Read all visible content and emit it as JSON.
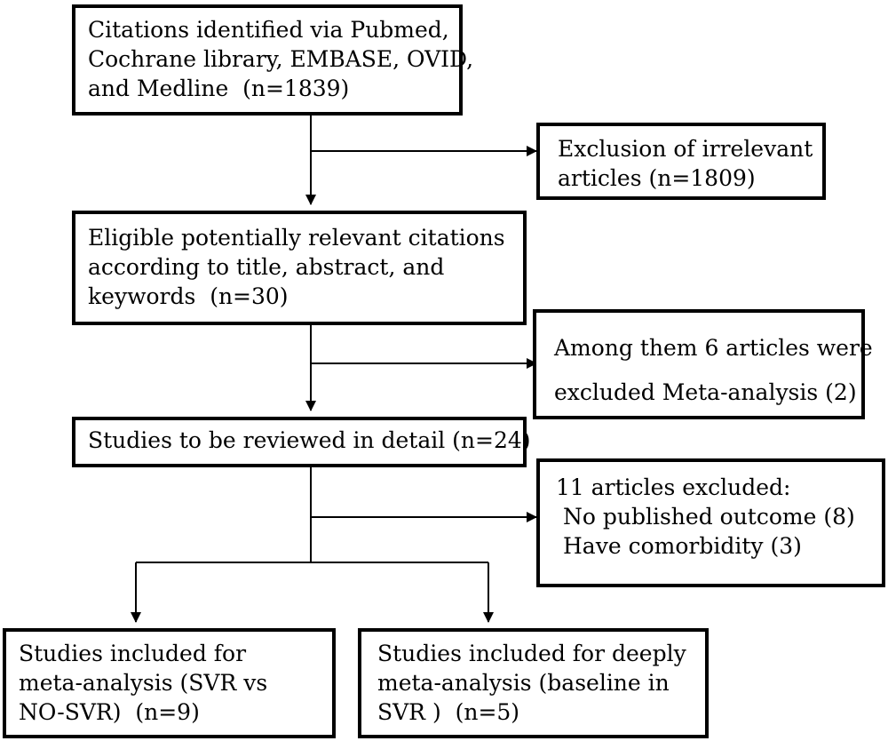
{
  "boxes": {
    "identified": {
      "lines": [
        "Citations identified via Pubmed,",
        "Cochrane library, EMBASE, OVID,",
        "and Medline  (n=1839)"
      ]
    },
    "excluded_irrelevant": {
      "lines": [
        "Exclusion of irrelevant",
        "articles (n=1809)"
      ]
    },
    "eligible": {
      "lines": [
        "Eligible potentially relevant citations",
        "according to title, abstract, and",
        "keywords  (n=30)"
      ]
    },
    "excluded_six": {
      "lines": [
        "Among them 6 articles were",
        "excluded Meta-analysis (2)"
      ]
    },
    "reviewed": {
      "lines": [
        "Studies to be reviewed in detail (n=24)"
      ]
    },
    "excluded_eleven": {
      "lines": [
        "11 articles excluded:",
        "No published outcome (8)",
        "Have comorbidity (3)"
      ]
    },
    "included_svr": {
      "lines": [
        "Studies included for",
        "meta-analysis (SVR vs",
        "NO-SVR)  (n=9)"
      ]
    },
    "included_baseline": {
      "lines": [
        "Studies included for deeply",
        "meta-analysis (baseline in",
        "SVR )  (n=5)"
      ]
    }
  }
}
